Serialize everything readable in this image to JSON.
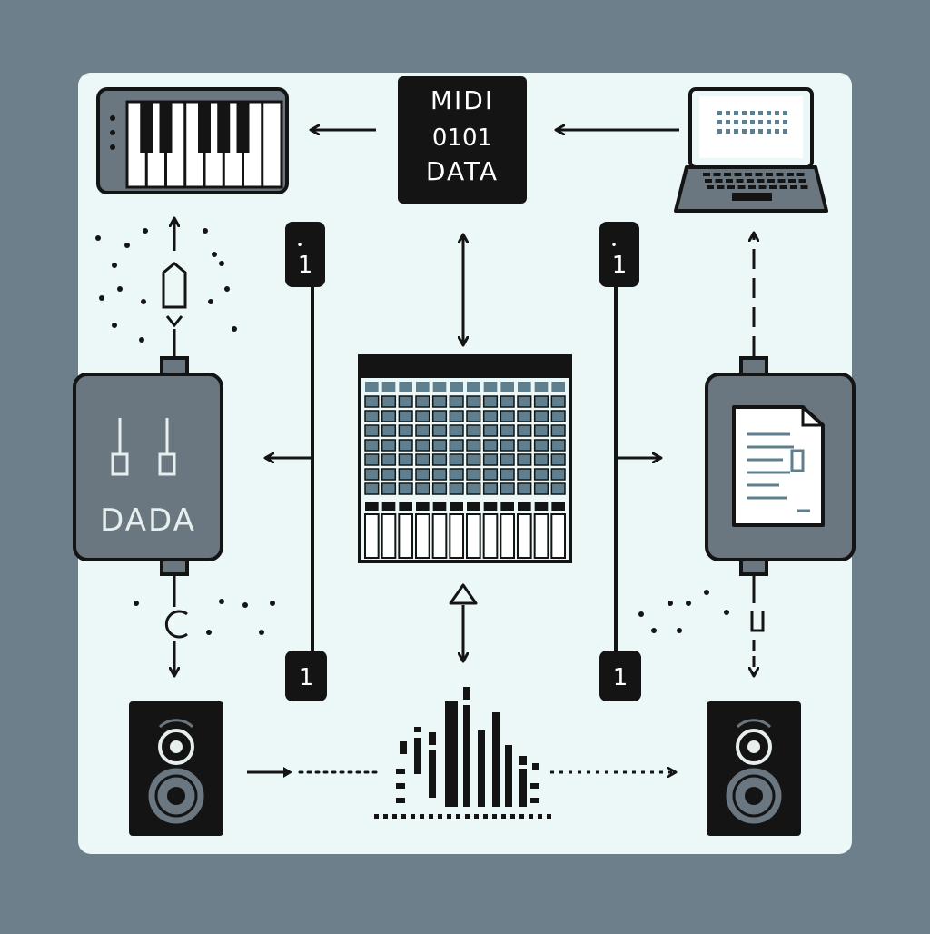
{
  "colors": {
    "outer_background": "#6c7f8b",
    "panel_background": "#ecf8f8",
    "ink": "#141414",
    "device_gray": "#6a7680",
    "screen_blue": "#5f7f8e",
    "label_light": "#e6eeee"
  },
  "midi_box": {
    "title": "MIDI",
    "bits": "0101",
    "subtitle": "DATA"
  },
  "interface_left": {
    "label": "DADA",
    "icon": "fader-icon"
  },
  "interface_right": {
    "icon": "document-icon"
  },
  "channel_badges": [
    {
      "label": "1"
    },
    {
      "label": "1"
    },
    {
      "label": "1"
    },
    {
      "label": "1"
    }
  ],
  "icons": {
    "keyboard": "piano-keyboard-icon",
    "laptop": "laptop-icon",
    "sequencer": "grid-sequencer-icon",
    "speaker_left": "speaker-icon",
    "speaker_right": "speaker-icon",
    "equalizer": "equalizer-icon"
  }
}
